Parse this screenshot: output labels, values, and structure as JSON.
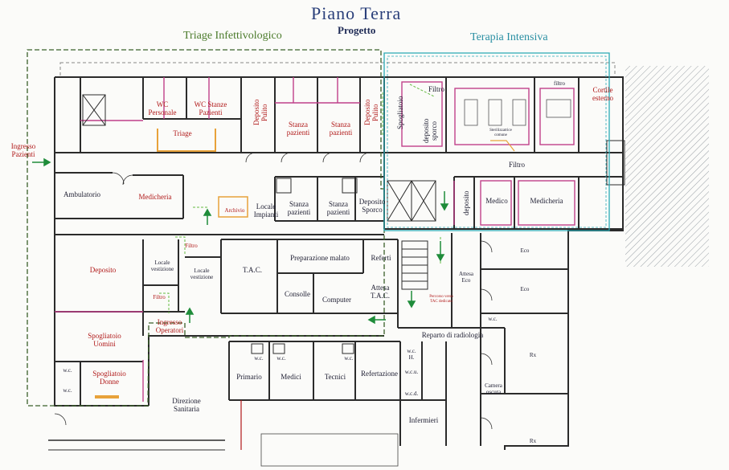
{
  "header": {
    "title": "Piano Terra",
    "subtitle": "Progetto",
    "zone_triage": "Triage Infettivologico",
    "zone_terapia": "Terapia Intensiva"
  },
  "colors": {
    "title": "#2a3f7a",
    "zone_triage": "#4a7a2a",
    "zone_terapia": "#2a8fa3",
    "room_text": "#b01818",
    "wall": "#2b2b2b",
    "partition": "#c0408a",
    "boundary_green": "#3a5f2a",
    "boundary_cyan": "#2aa9b5",
    "arrow_green": "#1f8c3a",
    "door_dash": "#66bb44",
    "hatch": "#9aa0a6"
  },
  "rooms": {
    "ingresso_pazienti": "Ingresso\nPazienti",
    "wc_personale": "WC\nPersonale",
    "wc_stanze_pazienti": "WC Stanze\nPazienti",
    "triage": "Triage",
    "deposito_pulito_1": "Deposito\nPulito",
    "stanza_pazienti_1": "Stanza\npazienti",
    "stanza_pazienti_2": "Stanza\npazienti",
    "deposito_pulito_2": "Deposito\nPulito",
    "spogliatoio": "Spogliatoio",
    "filtro_top": "Filtro",
    "deposito_sporco_ti": "deposito\nsporco",
    "filtro_ti_corner": "filtro",
    "cortile": "Cortile\nesterno",
    "ambulatorio": "Ambulatorio",
    "medicheria_1": "Medicheria",
    "archivio": "Archivio",
    "locale_impianti": "Locale\nImpianti",
    "stanza_pazienti_3": "Stanza\npazienti",
    "stanza_pazienti_4": "Stanza\npazienti",
    "deposito_sporco": "Deposito\nSporco",
    "filtro_mid": "Filtro",
    "deposito_vert": "deposito",
    "medico": "Medico",
    "medicheria_2": "Medicheria",
    "deposito_main": "Deposito",
    "locale_vestizione": "Locale\nvestizione",
    "filtro_a": "Filtro",
    "locale_vestizione_2": "Locale\nvestizione",
    "filtro_b": "Filtro",
    "tac": "T.A.C.",
    "preparazione_malato": "Preparazione malato",
    "referti": "Referti",
    "consolle": "Consolle",
    "computer": "Computer",
    "attesa_tac": "Attesa\nT.A.C.",
    "percorso_tac": "Percorso verso\nTAC dedicato",
    "attesa_eco": "Attesa\nEco",
    "eco_1": "Eco",
    "eco_2": "Eco",
    "ingresso_operatori": "Ingresso\nOperatori",
    "spogliatoio_uomini": "Spogliatoio\nUomini",
    "wc_uomini": "w.c.",
    "spogliatoio_donne": "Spogliatoio\nDonne",
    "wc_donne": "w.c.",
    "direzione_sanitaria": "Direzione\nSanitaria",
    "wc_1": "w.c.",
    "wc_2": "w.c.",
    "wc_3": "w.c.",
    "primario": "Primario",
    "medici": "Medici",
    "tecnici": "Tecnici",
    "refertazione": "Refertazione",
    "reparto_radiologia": "Reparto di radiologia",
    "wc_h": "w.c.\nH.",
    "wc_u": "w.c.u.",
    "wc_d": "w.c.d.",
    "infermieri": "Infermieri",
    "wc_right": "w.c.",
    "rx_1": "Rx",
    "camera_oscura": "Camera\noscura",
    "rx_2": "Rx"
  },
  "annotations": {
    "mortuary_note": "Sterilizzatrice\ncomune"
  }
}
